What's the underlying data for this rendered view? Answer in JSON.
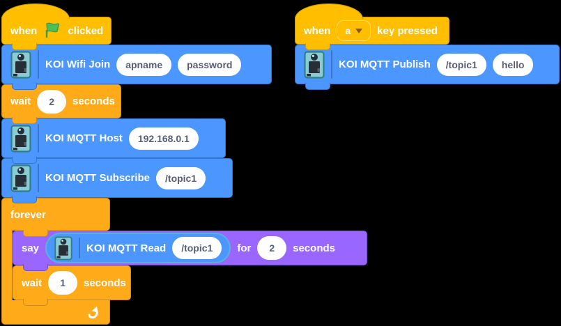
{
  "app": {
    "name": "scratch-koi-block-editor",
    "background": "#000000"
  },
  "colors": {
    "events_yellow": "#FFBF00",
    "events_border": "#CC9900",
    "control_orange": "#FFAB19",
    "control_border": "#CF8B17",
    "looks_purple": "#9966FF",
    "looks_border": "#774DCB",
    "extension_blue": "#4C97FF",
    "extension_blue_border": "#3373CC",
    "reporter_outline": "#5CB1D6",
    "input_text": "#575E75",
    "flag_green": "#4CBF56",
    "flag_green_border": "#45993D",
    "device_icon_teal": "#8BCBD4"
  },
  "icons": {
    "flag": "green-flag-icon",
    "device": "koi-device-icon",
    "caret": "dropdown-caret-icon",
    "loop": "loop-arrow-icon"
  },
  "left_stack": {
    "when_flag": {
      "when": "when",
      "clicked": "clicked"
    },
    "wifi_join": {
      "label": "KOI Wifi Join",
      "apname": "apname",
      "password": "password"
    },
    "wait_2": {
      "wait": "wait",
      "value": "2",
      "seconds": "seconds"
    },
    "mqtt_host": {
      "label": "KOI MQTT Host",
      "host": "192.168.0.1"
    },
    "mqtt_subscribe": {
      "label": "KOI MQTT Subscribe",
      "topic": "/topic1"
    },
    "forever": {
      "label": "forever"
    },
    "say_read": {
      "say": "say",
      "for": "for",
      "duration": "2",
      "seconds": "seconds",
      "reporter": {
        "label": "KOI MQTT Read",
        "topic": "/topic1"
      }
    },
    "wait_1": {
      "wait": "wait",
      "value": "1",
      "seconds": "seconds"
    }
  },
  "right_stack": {
    "when_key": {
      "when": "when",
      "key": "a",
      "pressed": "key pressed"
    },
    "mqtt_publish": {
      "label": "KOI MQTT Publish",
      "topic": "/topic1",
      "message": "hello"
    }
  }
}
